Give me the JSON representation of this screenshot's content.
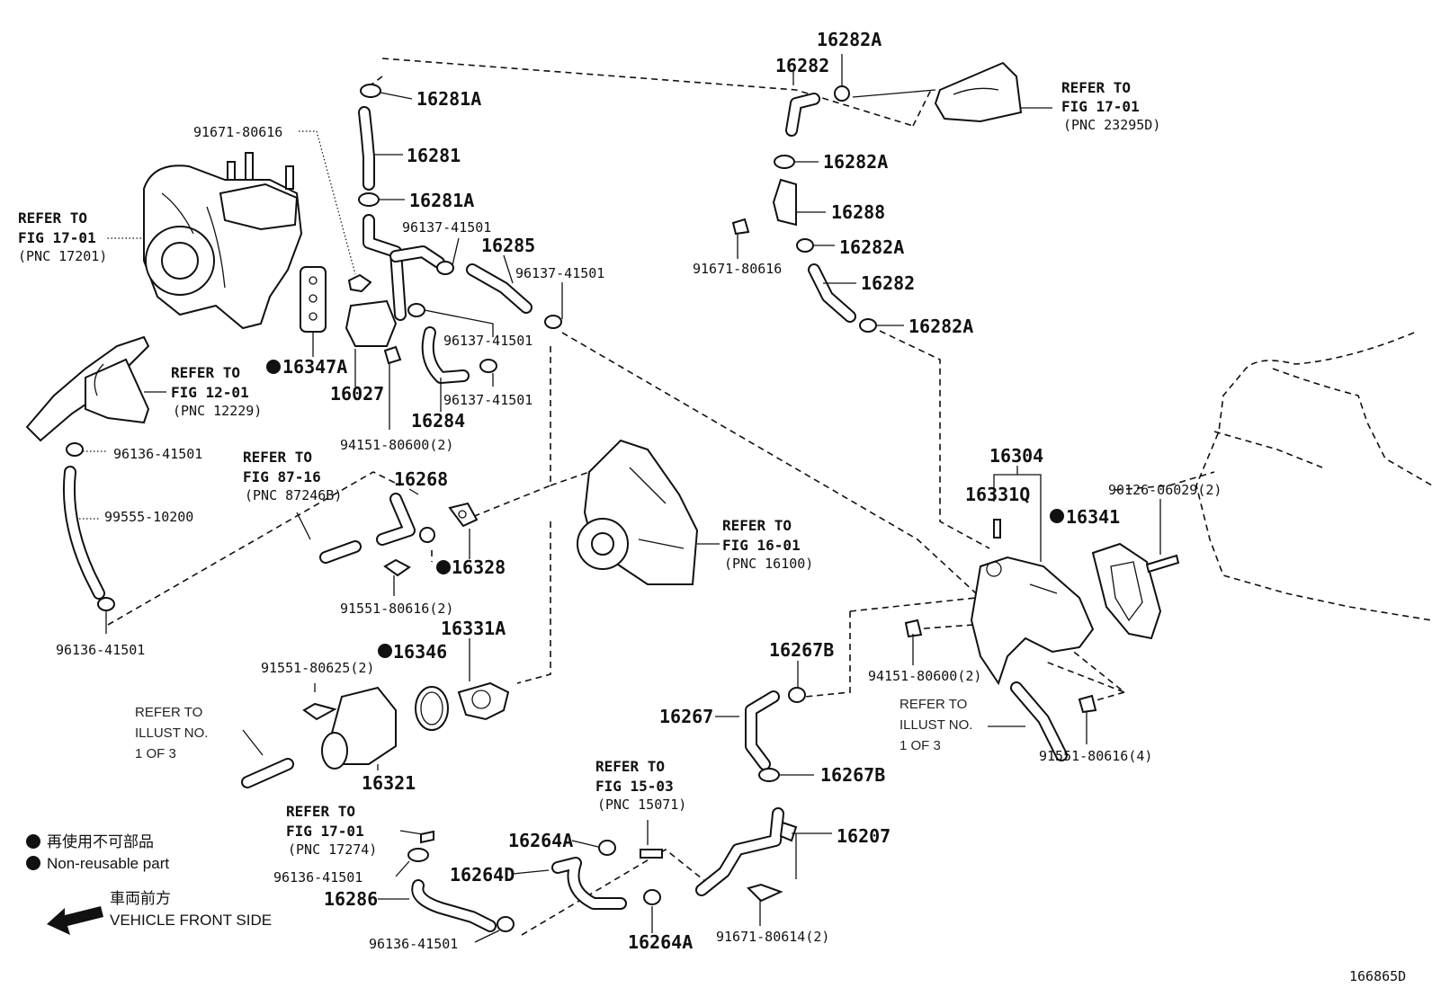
{
  "diagram_id": "166865D",
  "legend": {
    "marker_jp": "再使用不可部品",
    "marker_en": "Non-reusable part",
    "front_jp": "車両前方",
    "front_en": "VEHICLE FRONT SIDE"
  },
  "refs": {
    "fig1701_turbo": [
      "REFER TO",
      "FIG 17-01",
      "(PNC 17201)"
    ],
    "fig1201": [
      "REFER TO",
      "FIG 12-01",
      "(PNC 12229)"
    ],
    "fig8716": [
      "REFER TO",
      "FIG 87-16",
      "(PNC 87246B)"
    ],
    "fig1601": [
      "REFER TO",
      "FIG 16-01",
      "(PNC 16100)"
    ],
    "fig1701_top": [
      "REFER TO",
      "FIG 17-01",
      "(PNC 23295D)"
    ],
    "fig1503": [
      "REFER TO",
      "FIG 15-03",
      "(PNC 15071)"
    ],
    "fig1701_bottom": [
      "REFER TO",
      "FIG 17-01",
      "(PNC 17274)"
    ],
    "illust_left": [
      "REFER TO",
      "ILLUST NO.",
      "1 OF 3"
    ],
    "illust_right": [
      "REFER TO",
      "ILLUST NO.",
      "1 OF 3"
    ]
  },
  "parts": {
    "p16281A_top": "16281A",
    "p91671_80616_a": "91671-80616",
    "p16281": "16281",
    "p16281A_low": "16281A",
    "p96137_a": "96137-41501",
    "p16285": "16285",
    "p96137_b": "96137-41501",
    "p96137_c": "96137-41501",
    "p16347A": "16347A",
    "p16027": "16027",
    "p96137_d": "96137-41501",
    "p16284": "16284",
    "p94151_a": "94151-80600(2)",
    "p96136_a": "96136-41501",
    "p99555": "99555-10200",
    "p96136_b": "96136-41501",
    "p16268": "16268",
    "p16328": "16328",
    "p91551_80616_2": "91551-80616(2)",
    "p16331A": "16331A",
    "p16346": "16346",
    "p91551_80625": "91551-80625(2)",
    "p16321": "16321",
    "p16282A_top": "16282A",
    "p16282_top": "16282",
    "p16282A_mid": "16282A",
    "p16288": "16288",
    "p91671_80616_b": "91671-80616",
    "p16282A_lower": "16282A",
    "p16282_low": "16282",
    "p16282A_bottom": "16282A",
    "p16304": "16304",
    "p16331Q": "16331Q",
    "p16341": "16341",
    "p90126": "90126-06029(2)",
    "p94151_b": "94151-80600(2)",
    "p91551_80616_4": "91551-80616(4)",
    "p16267B_a": "16267B",
    "p16267": "16267",
    "p16267B_b": "16267B",
    "p16207": "16207",
    "p91671_80614": "91671-80614(2)",
    "p16264A_a": "16264A",
    "p16264D": "16264D",
    "p16264A_b": "16264A",
    "p96136_c": "96136-41501",
    "p16286": "16286",
    "p96136_d": "96136-41501"
  }
}
